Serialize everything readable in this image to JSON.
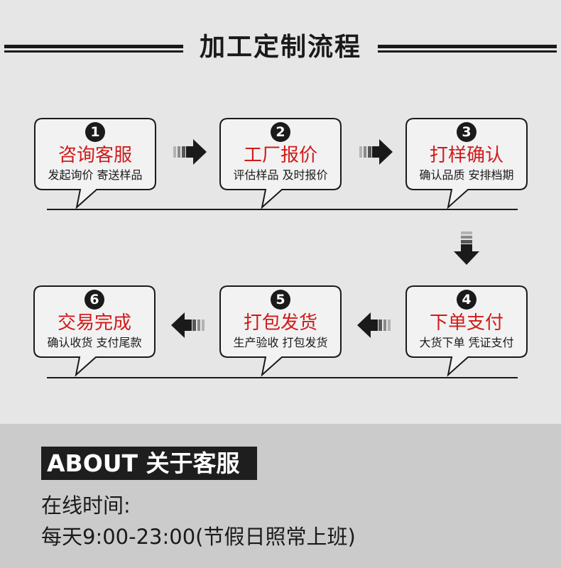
{
  "title": "加工定制流程",
  "steps": [
    {
      "number": "1",
      "title": "咨询客服",
      "desc": "发起询价 寄送样品"
    },
    {
      "number": "2",
      "title": "工厂报价",
      "desc": "评估样品 及时报价"
    },
    {
      "number": "3",
      "title": "打样确认",
      "desc": "确认品质 安排档期"
    },
    {
      "number": "4",
      "title": "下单支付",
      "desc": "大货下单 凭证支付"
    },
    {
      "number": "5",
      "title": "打包发货",
      "desc": "生产验收 打包发货"
    },
    {
      "number": "6",
      "title": "交易完成",
      "desc": "确认收货 支付尾款"
    }
  ],
  "about": {
    "badge": "ABOUT 关于客服",
    "hours_label": "在线时间:",
    "hours_value": "每天9:00-23:00(节假日照常上班)"
  },
  "colors": {
    "accent": "#d11a1a",
    "dark": "#1a1a1a",
    "background_top": "#e6e6e6",
    "background_bottom": "#cbcbcb"
  },
  "icons": [
    "arrow-right-icon",
    "arrow-down-icon",
    "arrow-left-icon"
  ]
}
